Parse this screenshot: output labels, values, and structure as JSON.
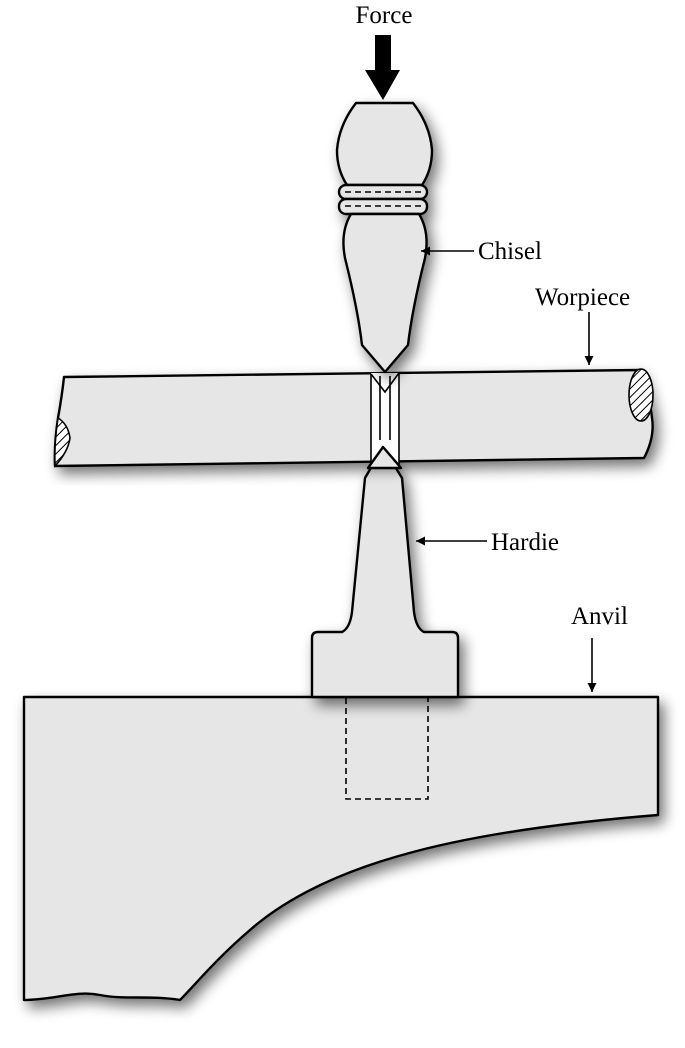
{
  "labels": {
    "force": "Force",
    "chisel": "Chisel",
    "workpiece": "Worpiece",
    "hardie": "Hardie",
    "anvil": "Anvil"
  },
  "colors": {
    "fill": "#e6e6e6",
    "stroke": "#000000",
    "shadow": "#777777"
  }
}
